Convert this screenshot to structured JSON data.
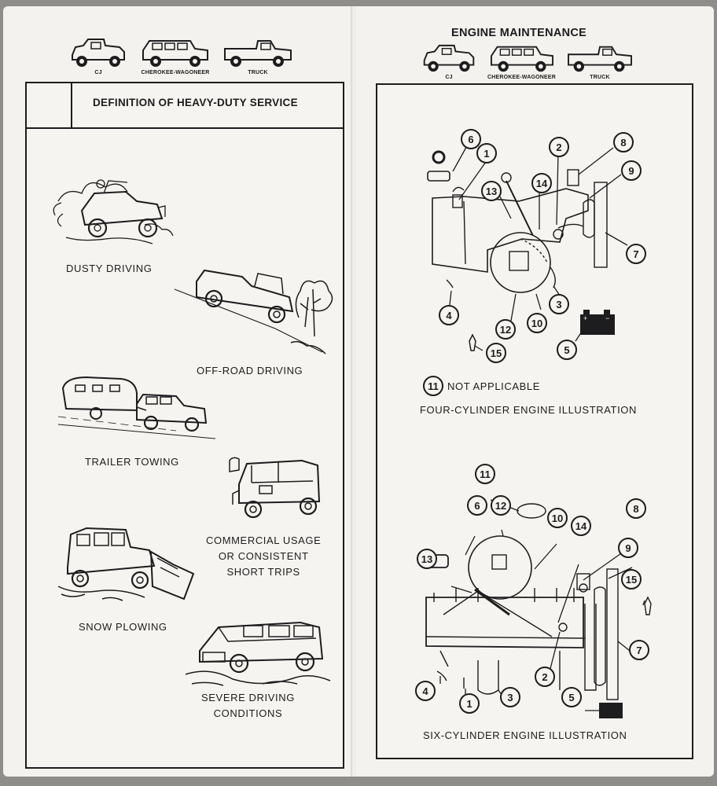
{
  "left_page": {
    "vehicle_labels": [
      "CJ",
      "CHEROKEE-WAGONEER",
      "TRUCK"
    ],
    "section_title": "DEFINITION OF HEAVY-DUTY SERVICE",
    "items": [
      {
        "lines": [
          "DUSTY DRIVING"
        ]
      },
      {
        "lines": [
          "OFF-ROAD DRIVING"
        ]
      },
      {
        "lines": [
          "TRAILER TOWING"
        ]
      },
      {
        "lines": [
          "COMMERCIAL USAGE",
          "OR CONSISTENT",
          "SHORT TRIPS"
        ]
      },
      {
        "lines": [
          "SNOW PLOWING"
        ]
      },
      {
        "lines": [
          "SEVERE DRIVING",
          "CONDITIONS"
        ]
      }
    ]
  },
  "right_page": {
    "title": "ENGINE MAINTENANCE",
    "vehicle_labels": [
      "CJ",
      "CHEROKEE-WAGONEER",
      "TRUCK"
    ],
    "four_cylinder": {
      "callouts": [
        "1",
        "2",
        "3",
        "4",
        "5",
        "6",
        "7",
        "8",
        "9",
        "10",
        "12",
        "13",
        "14",
        "15"
      ],
      "not_applicable_number": "11",
      "not_applicable_text": "NOT APPLICABLE",
      "caption": "FOUR-CYLINDER ENGINE ILLUSTRATION"
    },
    "six_cylinder": {
      "callouts": [
        "1",
        "2",
        "3",
        "4",
        "5",
        "6",
        "7",
        "8",
        "9",
        "10",
        "11",
        "12",
        "13",
        "14",
        "15"
      ],
      "caption": "SIX-CYLINDER ENGINE ILLUSTRATION"
    }
  },
  "colors": {
    "ink": "#1d1d1f",
    "paper": "#f3f2ee",
    "background": "#8f8d89"
  }
}
